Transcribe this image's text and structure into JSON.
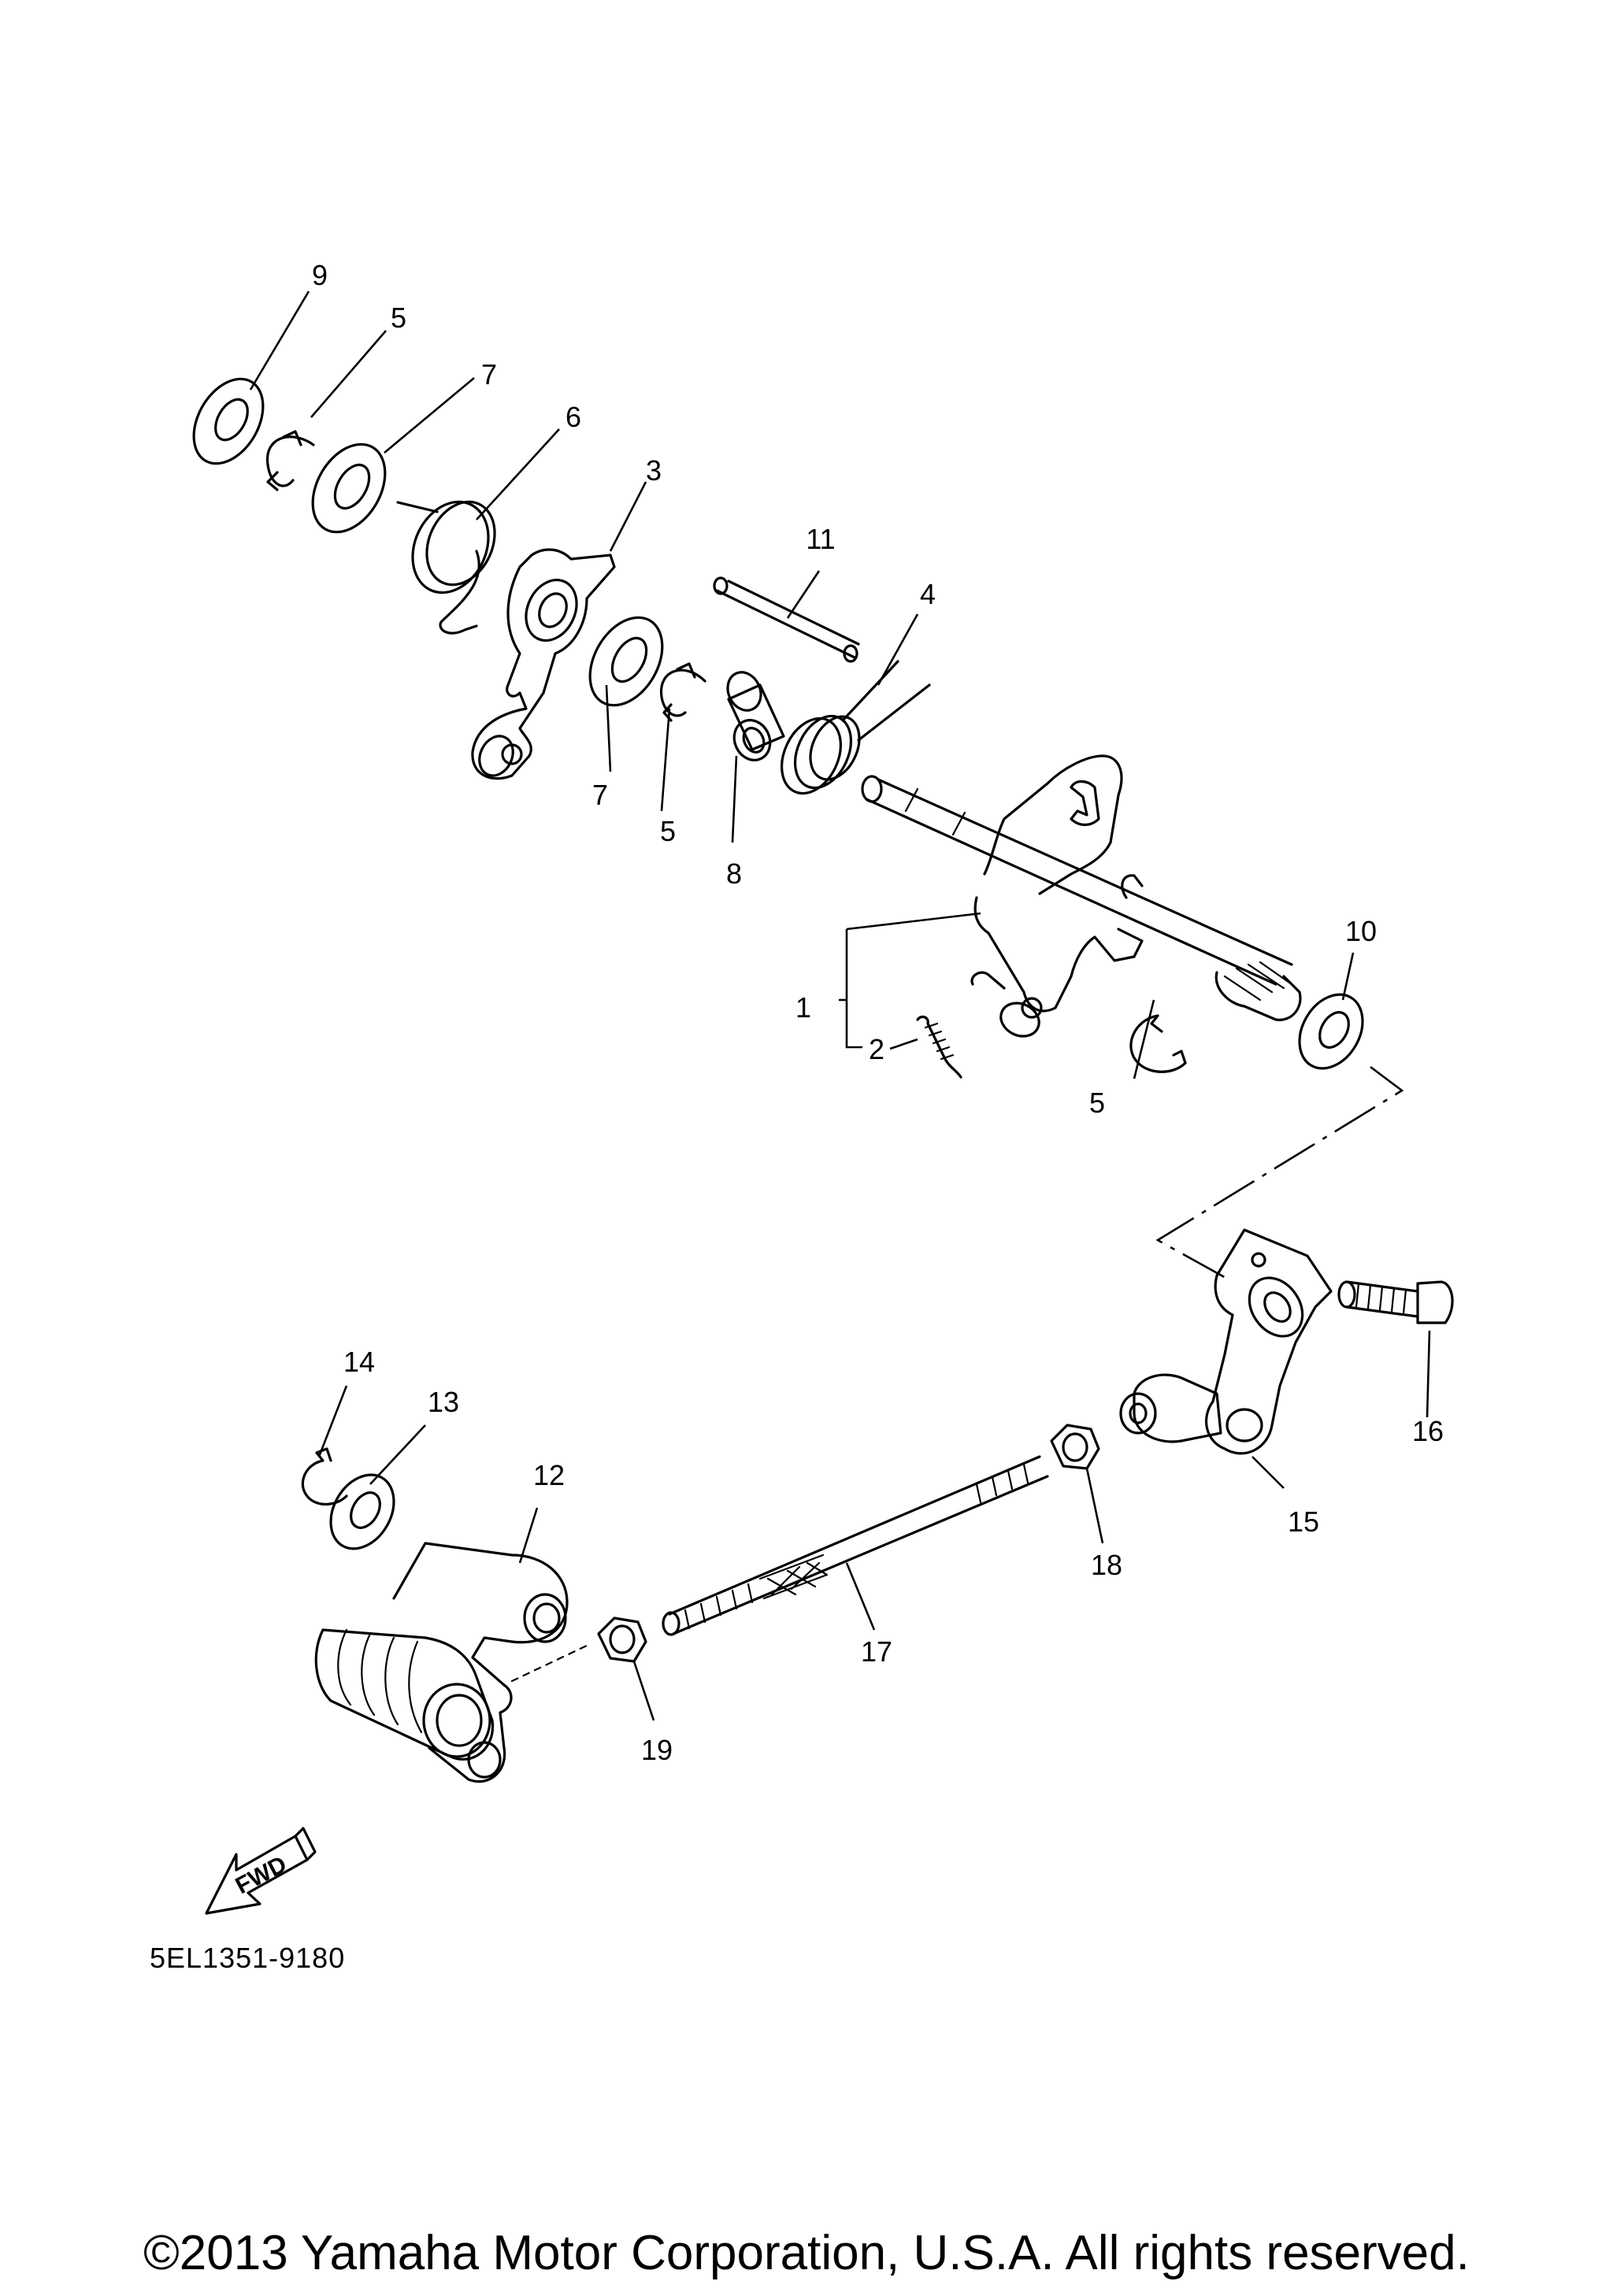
{
  "callouts": [
    "1",
    "2",
    "3",
    "4",
    "5",
    "5",
    "5",
    "6",
    "7",
    "7",
    "8",
    "9",
    "10",
    "11",
    "12",
    "13",
    "14",
    "15",
    "16",
    "17",
    "18",
    "19"
  ],
  "fwd_label": "FWD",
  "diagram_code": "5EL1351-9180",
  "copyright": "©2013 Yamaha Motor Corporation, U.S.A. All rights reserved."
}
